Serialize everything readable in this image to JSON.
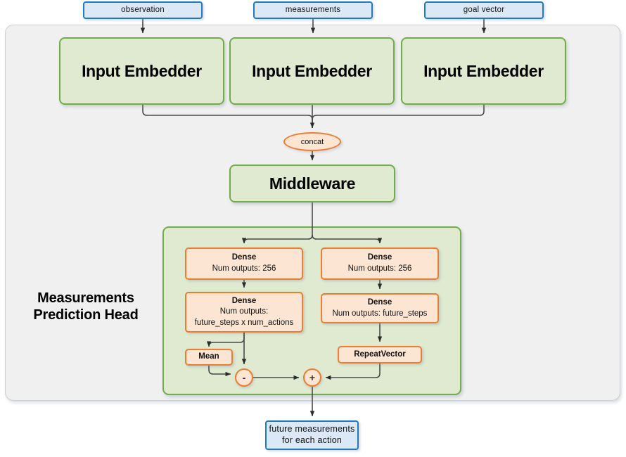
{
  "diagram": {
    "title": "Measurements Prediction Head",
    "inputs": [
      {
        "name": "observation",
        "label": "observation"
      },
      {
        "name": "measurements",
        "label": "measurements"
      },
      {
        "name": "goal vector",
        "label": "goal vector"
      }
    ],
    "embedders": [
      {
        "label": "Input Embedder"
      },
      {
        "label": "Input Embedder"
      },
      {
        "label": "Input Embedder"
      }
    ],
    "concat": {
      "label": "concat"
    },
    "middleware": {
      "label": "Middleware"
    },
    "head": {
      "title_line1": "Measurements",
      "title_line2": "Prediction Head",
      "left_branch": {
        "dense_1": {
          "title": "Dense",
          "subtitle": "Num outputs: 256"
        },
        "dense_2": {
          "title": "Dense",
          "subtitle_line1": "Num outputs:",
          "subtitle_line2": "future_steps x num_actions"
        },
        "mean": {
          "label": "Mean"
        },
        "operator": {
          "label": "-"
        }
      },
      "right_branch": {
        "dense_1": {
          "title": "Dense",
          "subtitle": "Num outputs: 256"
        },
        "dense_2": {
          "title": "Dense",
          "subtitle": "Num outputs: future_steps"
        },
        "repeat_vector": {
          "label": "RepeatVector"
        },
        "operator": {
          "label": "+"
        }
      }
    },
    "output": {
      "line1": "future measurements",
      "line2": "for each action"
    },
    "colors": {
      "green_fill": "#dfead0",
      "green_stroke": "#70ad47",
      "orange_fill": "#fce5d2",
      "orange_stroke": "#ed7d31",
      "blue_fill": "#dbe8f5",
      "blue_stroke": "#1f7ac0",
      "container_fill": "#f0f0f0",
      "container_stroke": "#cfcfcf",
      "arrow": "#3f3f3f"
    }
  }
}
